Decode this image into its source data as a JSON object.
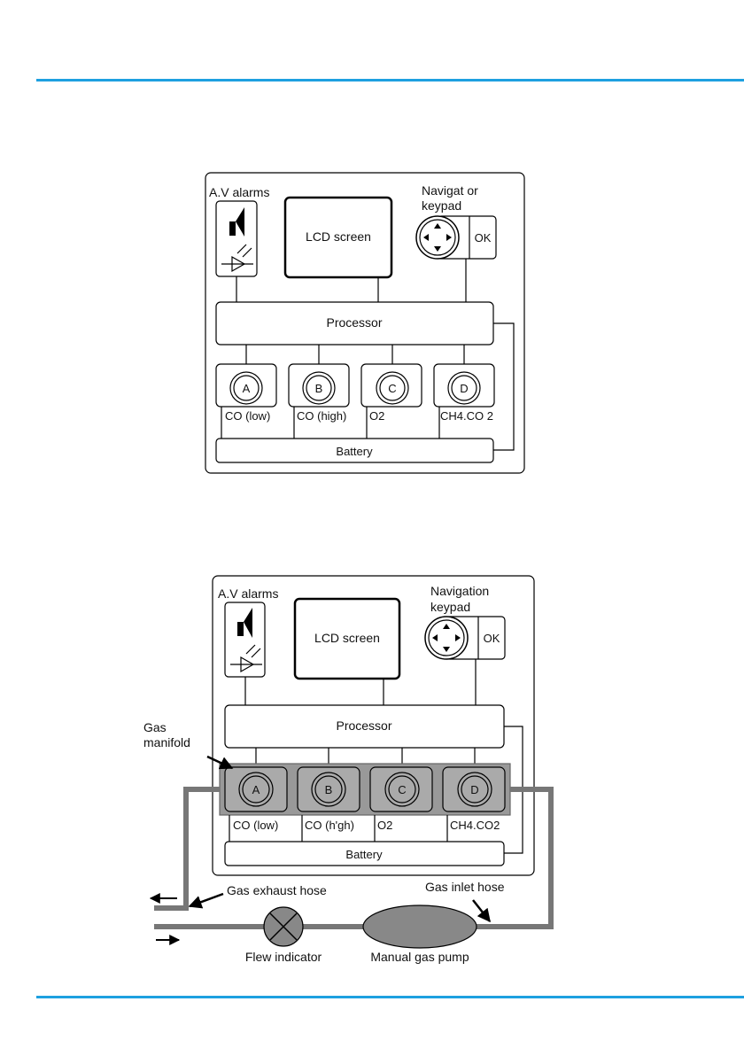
{
  "accent_color": "#1ea0e0",
  "diagram1": {
    "av_alarms": "A.V alarms",
    "lcd": "LCD screen",
    "nav": [
      "Navigat or",
      "keypad"
    ],
    "ok": "OK",
    "processor": "Processor",
    "sensors": [
      {
        "letter": "A",
        "label": "CO (low)"
      },
      {
        "letter": "B",
        "label": "CO (high)"
      },
      {
        "letter": "C",
        "label": "O2"
      },
      {
        "letter": "D",
        "label": "CH4.CO 2"
      }
    ],
    "battery": "Battery"
  },
  "diagram2": {
    "av_alarms": "A.V alarms",
    "lcd": "LCD screen",
    "nav": [
      "Navigation",
      "keypad"
    ],
    "ok": "OK",
    "processor": "Processor",
    "manifold": [
      "Gas",
      "manifold"
    ],
    "sensors": [
      {
        "letter": "A",
        "label": "CO (low)"
      },
      {
        "letter": "B",
        "label": "CO (h'gh)"
      },
      {
        "letter": "C",
        "label": "O2"
      },
      {
        "letter": "D",
        "label": "CH4.CO2"
      }
    ],
    "battery": "Battery",
    "exhaust_hose": "Gas exhaust hose",
    "inlet_hose": "Gas inlet hose",
    "flow_indicator": "Flew indicator",
    "pump": "Manual gas pump"
  }
}
